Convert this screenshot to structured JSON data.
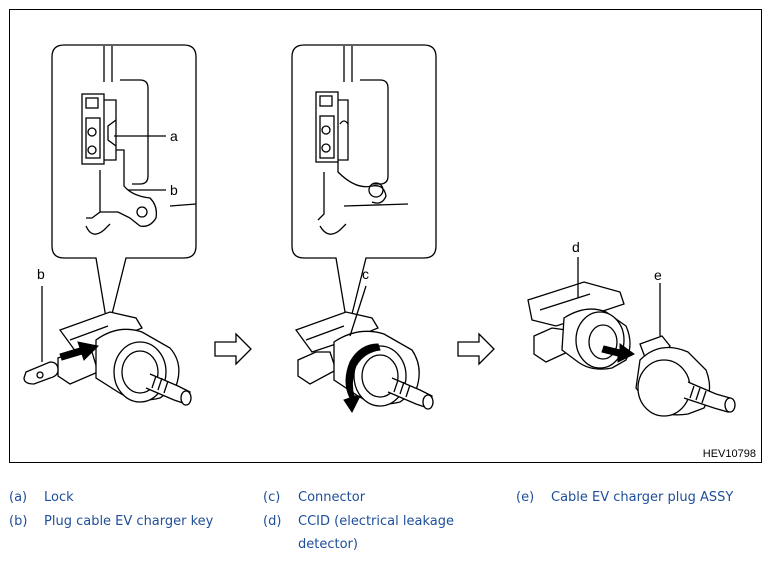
{
  "figure": {
    "code": "HEV10798",
    "callouts": {
      "panel1_a": "a",
      "panel1_b_inset": "b",
      "panel1_b": "b",
      "panel2_c": "c",
      "panel3_d": "d",
      "panel3_e": "e"
    }
  },
  "legend": [
    {
      "key": "(a)",
      "text": "Lock"
    },
    {
      "key": "(b)",
      "text": "Plug cable EV charger key"
    },
    {
      "key": "(c)",
      "text": "Connector"
    },
    {
      "key": "(d)",
      "text": "CCID (electrical leakage",
      "continuation": "detector)"
    },
    {
      "key": "(e)",
      "text": "Cable EV charger plug ASSY"
    }
  ],
  "colors": {
    "legend_text": "#1f4e9a",
    "line": "#000000"
  }
}
